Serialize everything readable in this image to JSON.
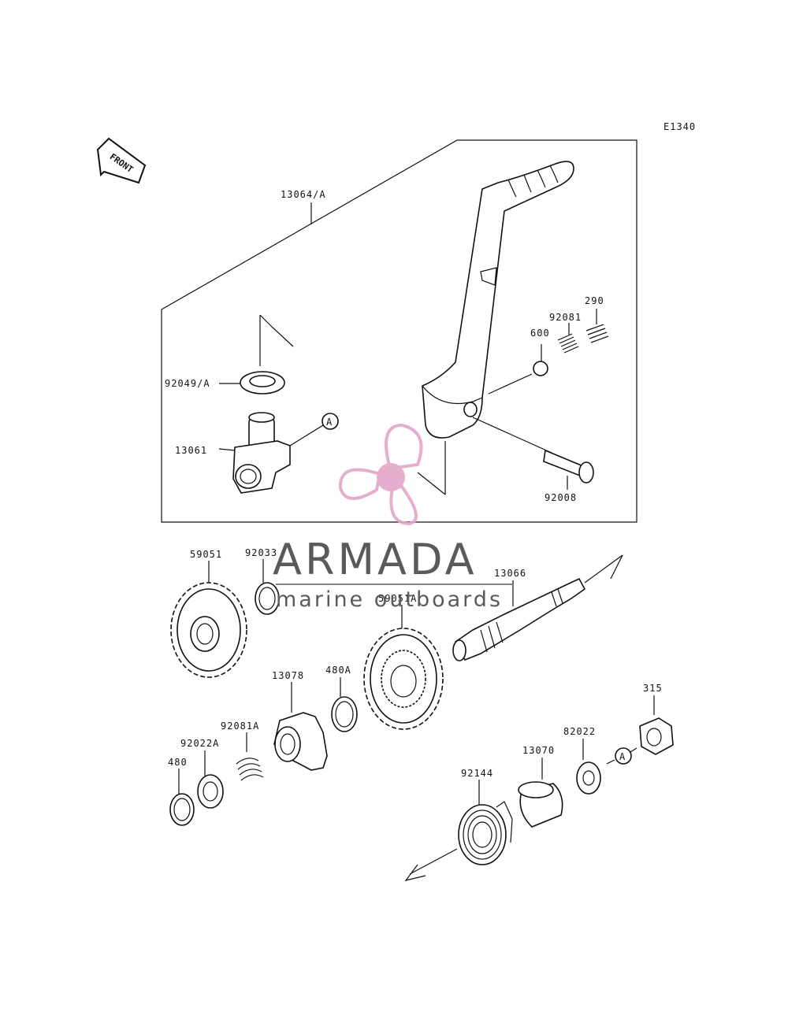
{
  "diagram": {
    "ref_code": "E1340",
    "front_label": "FRONT",
    "callout_ref": "A",
    "parts": {
      "p13064A": "13064/A",
      "p92049A": "92049/A",
      "p13061": "13061",
      "p600": "600",
      "p92081": "92081",
      "p290": "290",
      "p92008": "92008",
      "p59051": "59051",
      "p92033": "92033",
      "p13066": "13066",
      "p59051A": "59051A",
      "p13078": "13078",
      "p480A": "480A",
      "p92081A": "92081A",
      "p92022A": "92022A",
      "p480": "480",
      "p315": "315",
      "p82022": "82022",
      "p13070": "13070",
      "p92144": "92144"
    }
  },
  "watermark": {
    "brand": "ARMADA",
    "tagline": "marine outboards",
    "color": "#e3a6c8"
  }
}
